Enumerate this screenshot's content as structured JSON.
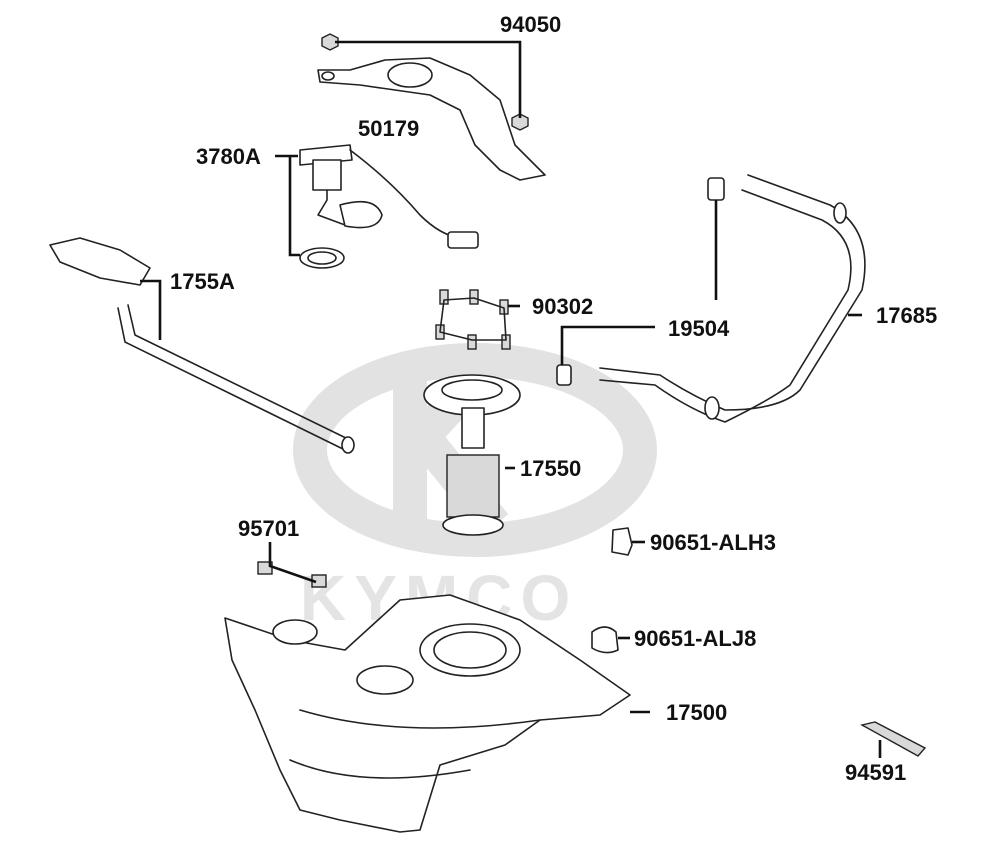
{
  "watermark": {
    "text": "KYMCO"
  },
  "callouts": {
    "p94050": "94050",
    "p50179": "50179",
    "p3780A": "3780A",
    "p1755A": "1755A",
    "p90302": "90302",
    "p19504": "19504",
    "p17685": "17685",
    "p17550": "17550",
    "p95701": "95701",
    "p90651_ALH3": "90651-ALH3",
    "p90651_ALJ8": "90651-ALJ8",
    "p17500": "17500",
    "p94591": "94591"
  }
}
